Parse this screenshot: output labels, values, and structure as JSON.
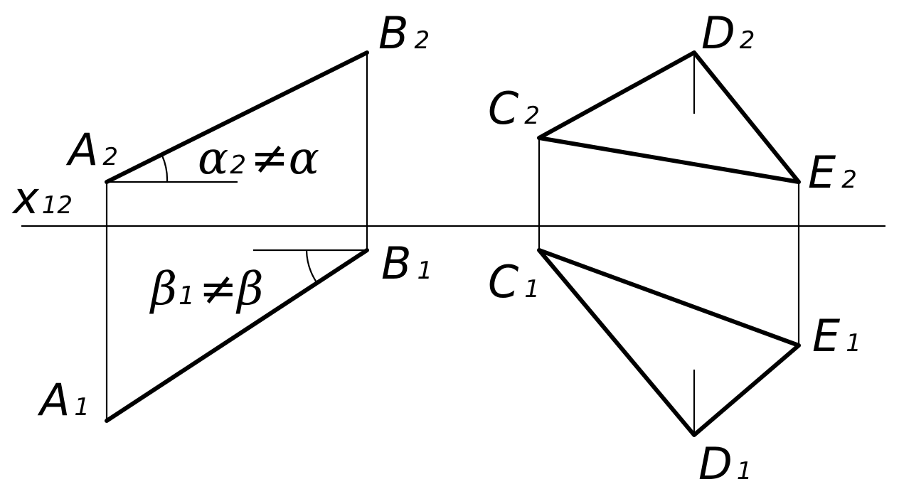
{
  "axis": {
    "label": "x",
    "subscript": "12"
  },
  "points": {
    "A2": {
      "letter": "A",
      "sub": "2"
    },
    "B2": {
      "letter": "B",
      "sub": "2"
    },
    "A1": {
      "letter": "A",
      "sub": "1"
    },
    "B1": {
      "letter": "B",
      "sub": "1"
    },
    "C2": {
      "letter": "C",
      "sub": "2"
    },
    "D2": {
      "letter": "D",
      "sub": "2"
    },
    "E2": {
      "letter": "E",
      "sub": "2"
    },
    "C1": {
      "letter": "C",
      "sub": "1"
    },
    "D1": {
      "letter": "D",
      "sub": "1"
    },
    "E1": {
      "letter": "E",
      "sub": "1"
    }
  },
  "annotations": {
    "alpha": {
      "symbol": "α",
      "sub": "2",
      "rest": "≠α"
    },
    "beta": {
      "symbol": "β",
      "sub": "1",
      "rest": "≠β"
    }
  }
}
